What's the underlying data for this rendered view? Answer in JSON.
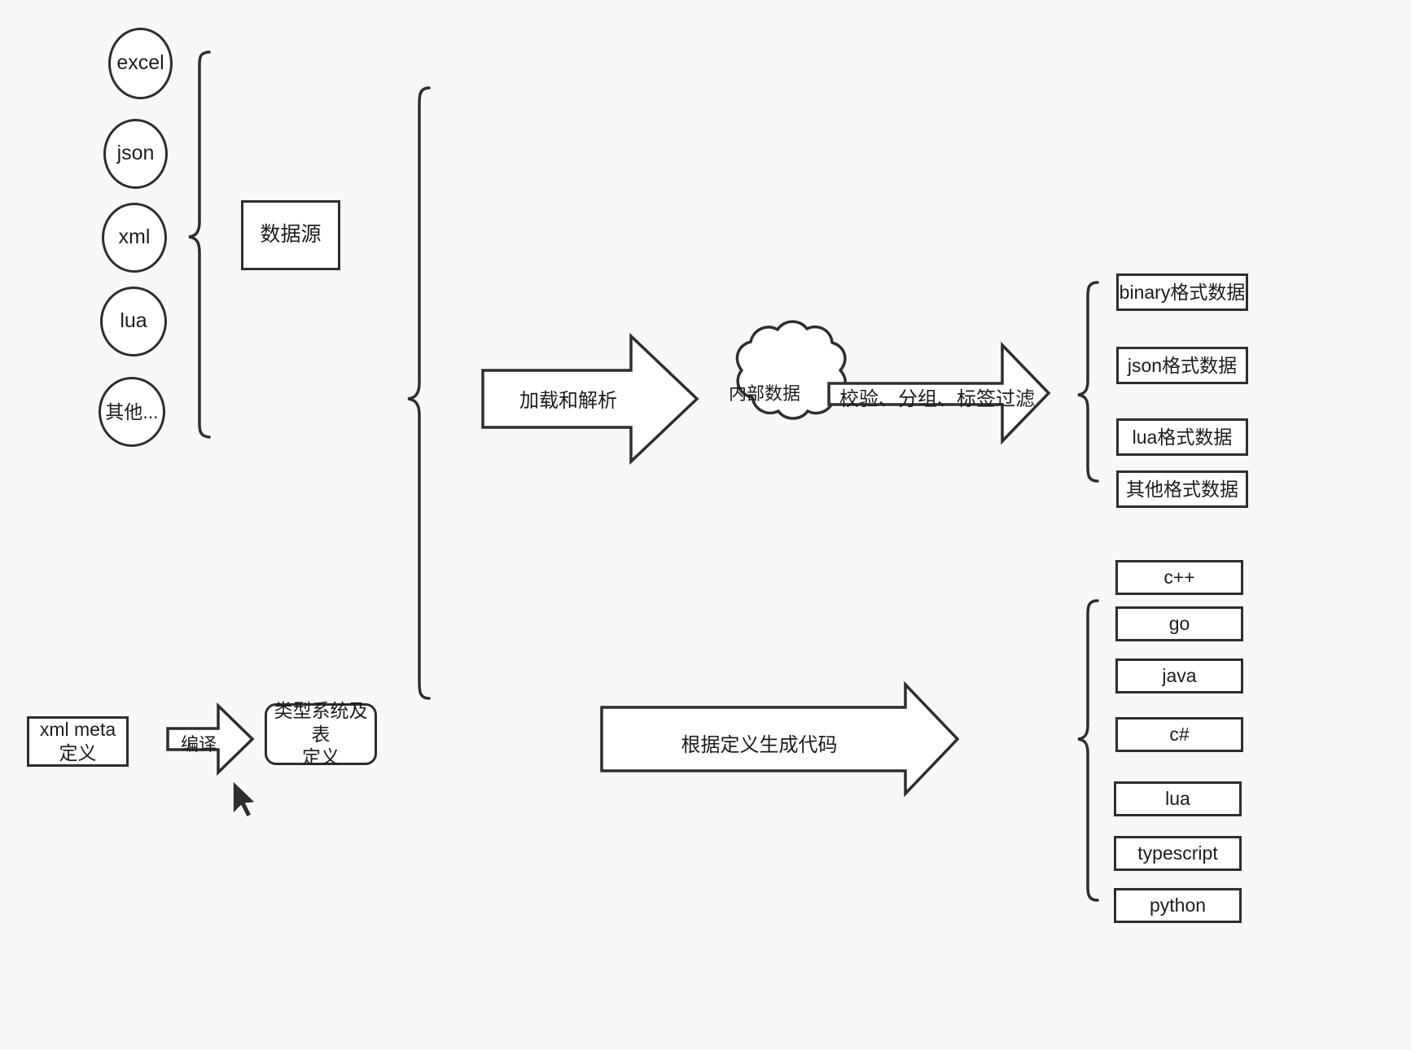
{
  "diagram": {
    "title": "data pipeline architecture diagram",
    "background_color": "#f8f8f8",
    "stroke_color": "#2e2e2e",
    "fill_color": "#ffffff",
    "text_color": "#1c1c1c"
  },
  "sources": {
    "group_label": "数据源",
    "items": [
      {
        "label": "excel"
      },
      {
        "label": "json"
      },
      {
        "label": "xml"
      },
      {
        "label": "lua"
      },
      {
        "label": "其他..."
      }
    ]
  },
  "meta": {
    "input_label": "xml meta定义",
    "compile_arrow_label": "编译",
    "output_label": "类型系统及表\n定义",
    "output_label_line1": "类型系统及表",
    "output_label_line2": "定义"
  },
  "pipeline": {
    "load_arrow_label": "加载和解析",
    "cloud_label": "内部数据",
    "filter_arrow_label": "校验、分组、标签过滤",
    "codegen_arrow_label": "根据定义生成代码"
  },
  "data_outputs": {
    "items": [
      {
        "label": "binary格式数据"
      },
      {
        "label": "json格式数据"
      },
      {
        "label": "lua格式数据"
      },
      {
        "label": "其他格式数据"
      }
    ]
  },
  "code_outputs": {
    "items": [
      {
        "label": "c++"
      },
      {
        "label": "go"
      },
      {
        "label": "java"
      },
      {
        "label": "c#"
      },
      {
        "label": "lua"
      },
      {
        "label": "typescript"
      },
      {
        "label": "python"
      }
    ]
  }
}
